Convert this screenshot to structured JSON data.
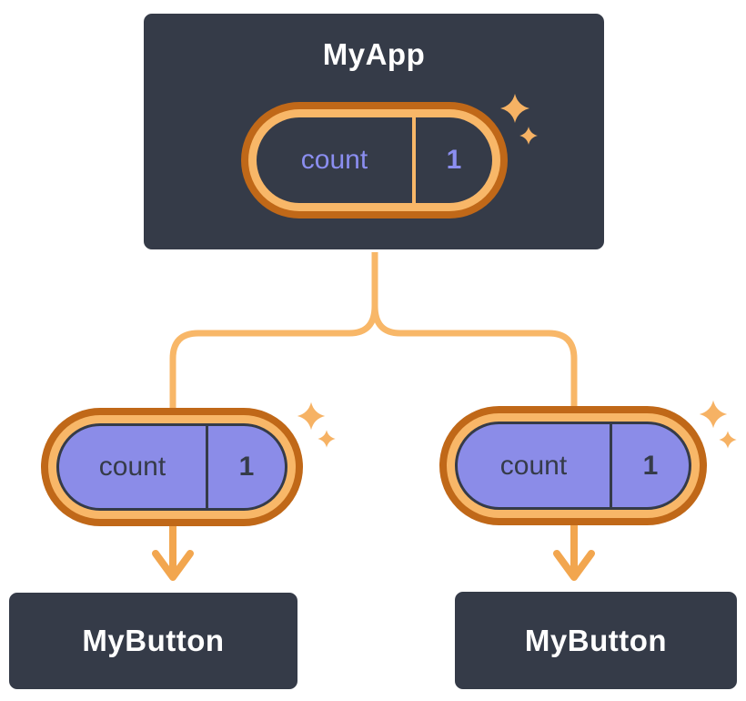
{
  "colors": {
    "canvas-bg": "#ffffff",
    "card-bg": "#353b48",
    "card-border": "#ffffff",
    "card-text": "#ffffff",
    "ring-outer": "#c06818",
    "ring-inner": "#f8b768",
    "connector": "#f8b768",
    "arrow": "#f2a64f",
    "sparkle": "#f6b264",
    "pill-fill": "#8b8ce8",
    "pill-dark": "#353b48",
    "pill-purple-text": "#8b8ef0"
  },
  "tree": {
    "root": {
      "title": "MyApp",
      "state": {
        "name": "count",
        "value": "1"
      }
    },
    "children": [
      {
        "title": "MyButton",
        "state": {
          "name": "count",
          "value": "1"
        }
      },
      {
        "title": "MyButton",
        "state": {
          "name": "count",
          "value": "1"
        }
      }
    ]
  }
}
